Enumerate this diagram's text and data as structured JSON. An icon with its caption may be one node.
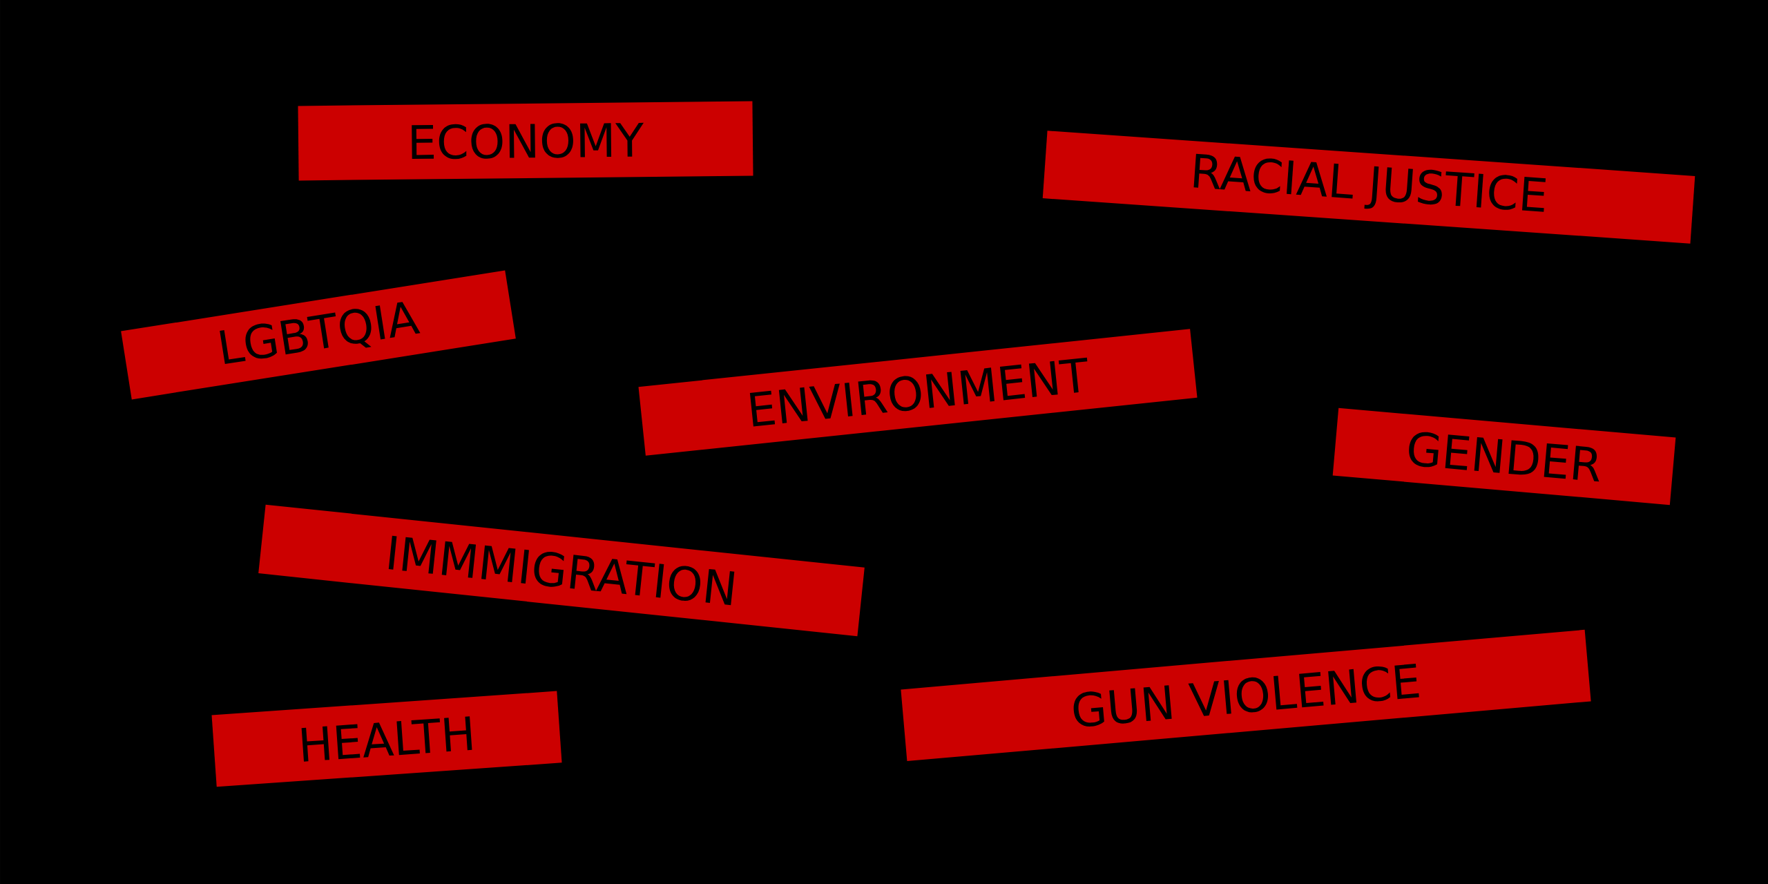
{
  "diagram": {
    "nodes": [
      {
        "text": [
          "ECONOMY"
        ]
      },
      {
        "text": [
          "RACIAL JUSTICE"
        ]
      },
      {
        "text": [
          "LGBTQIA"
        ]
      },
      {
        "text": [
          "ENVIRONMENT"
        ]
      },
      {
        "text": [
          "GENDER"
        ]
      },
      {
        "text": [
          "IMMMIGRATION"
        ]
      },
      {
        "text": [
          "HEALTH"
        ]
      },
      {
        "text": [
          "GUN VIOLENCE"
        ]
      }
    ]
  }
}
